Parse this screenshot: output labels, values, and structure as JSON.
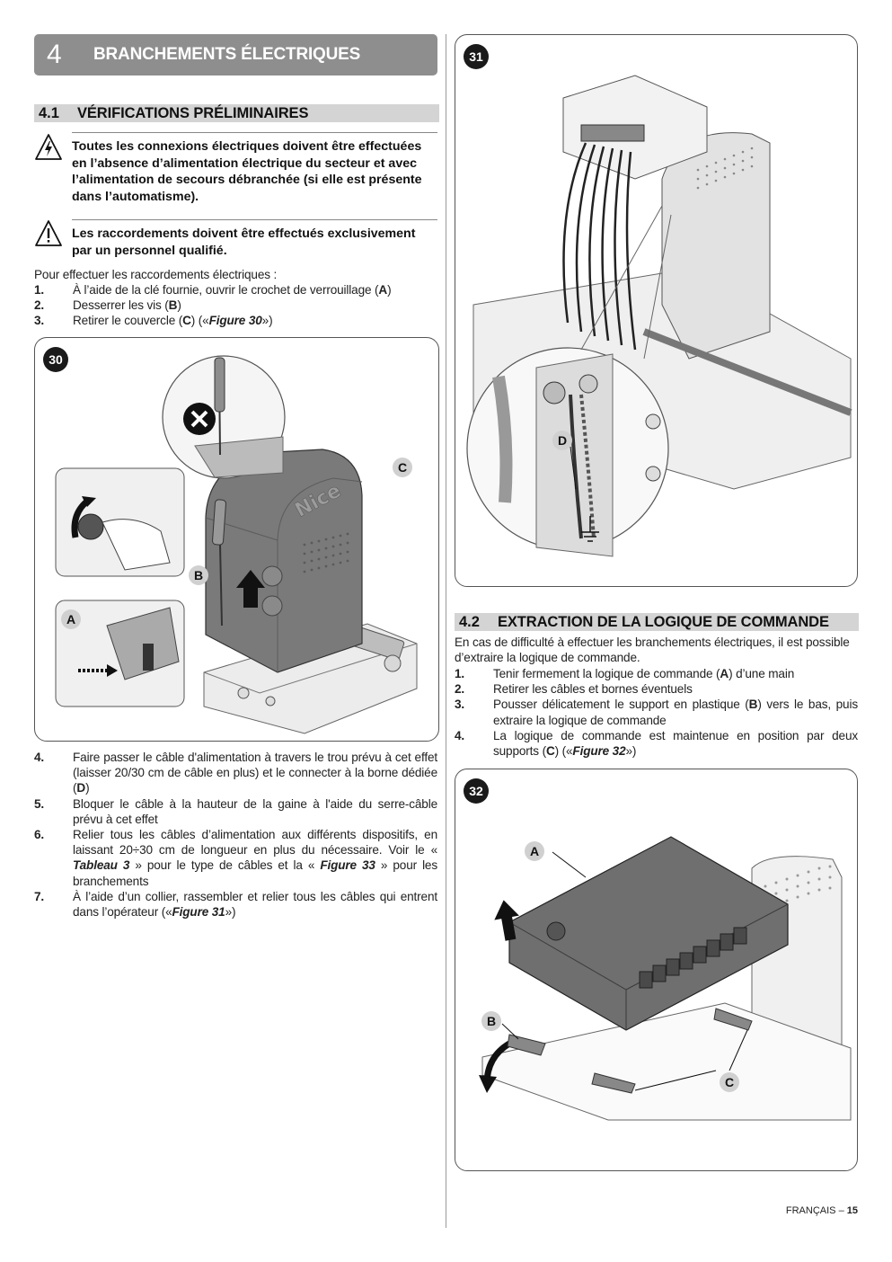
{
  "chapter": {
    "number": "4",
    "title": "BRANCHEMENTS ÉLECTRIQUES"
  },
  "section_4_1": {
    "number": "4.1",
    "title": "VÉRIFICATIONS PRÉLIMINAIRES",
    "warning1": "Toutes les connexions électriques doivent être effectuées en l’absence d’alimentation électrique du secteur et avec l’alimentation de secours débranchée (si elle est présente dans l’automatisme).",
    "warning2": "Les raccordements doivent être effectués exclusivement par un personnel qualifié.",
    "intro": "Pour effectuer les raccordements électriques :",
    "steps_a": [
      {
        "k": "1.",
        "before": "À l’aide de la clé fournie, ouvrir le crochet de verrouillage (",
        "ref": "A",
        "after": ")"
      },
      {
        "k": "2.",
        "before": "Desserrer les vis (",
        "ref": "B",
        "after": ")"
      },
      {
        "k": "3.",
        "before": "Retirer le couvercle (",
        "ref": "C",
        "mid": ") («",
        "fig": "Figure 30",
        "after": "»)"
      }
    ],
    "steps_b": [
      {
        "k": "4.",
        "before": "Faire passer le câble d'alimentation à travers le trou prévu à cet effet (laisser 20/30 cm de câble en plus) et le connecter à la borne dédiée (",
        "ref": "D",
        "after": ")"
      },
      {
        "k": "5.",
        "text": "Bloquer le câble à la hauteur de la gaine à l'aide du serre-câble prévu à cet effet"
      },
      {
        "k": "6.",
        "before": "Relier tous les câbles d’alimentation aux différents dispositifs, en laissant 20÷30 cm de longueur en plus du nécessaire. Voir le « ",
        "fig": "Tableau 3",
        "mid": " » pour le type de câbles et la « ",
        "fig2": "Figure 33",
        "after": " » pour les branchements"
      },
      {
        "k": "7.",
        "before": "À l’aide d’un collier, rassembler et relier tous les câbles qui entrent dans l’opérateur («",
        "fig": "Figure 31",
        "after": "»)"
      }
    ]
  },
  "section_4_2": {
    "number": "4.2",
    "title": "EXTRACTION DE LA LOGIQUE DE COMMANDE",
    "intro": "En cas de difficulté à effectuer les branchements électriques, il est possible d’extraire la logique de commande.",
    "steps": [
      {
        "k": "1.",
        "before": "Tenir fermement la logique de commande (",
        "ref": "A",
        "after": ") d’une main"
      },
      {
        "k": "2.",
        "text": "Retirer les câbles et bornes éventuels"
      },
      {
        "k": "3.",
        "before": "Pousser délicatement le support en plastique (",
        "ref": "B",
        "after": ") vers le bas, puis extraire la logique de commande"
      },
      {
        "k": "4.",
        "before": "La logique de commande est maintenue en position par deux supports (",
        "ref": "C",
        "mid": ") («",
        "fig": "Figure 32",
        "after": "»)"
      }
    ]
  },
  "figures": {
    "fig30": {
      "number": "30",
      "labels": {
        "A": "A",
        "B": "B",
        "C": "C"
      },
      "brand": "Nice"
    },
    "fig31": {
      "number": "31",
      "labels": {
        "D": "D"
      }
    },
    "fig32": {
      "number": "32",
      "labels": {
        "A": "A",
        "B": "B",
        "C": "C"
      }
    }
  },
  "footer": {
    "language": "FRANÇAIS – ",
    "page": "15"
  },
  "colors": {
    "header_bg": "#8e8e8e",
    "section_bg": "#d4d4d4",
    "badge": "#1a1a1a"
  }
}
